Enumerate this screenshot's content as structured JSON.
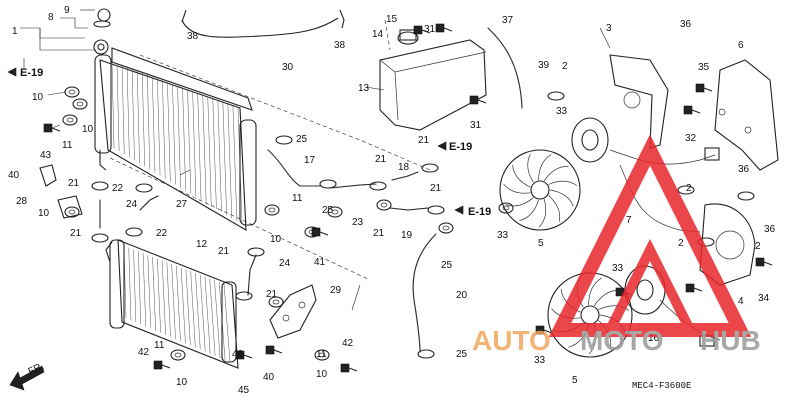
{
  "diagram": {
    "code": "MEC4-F3600E",
    "references": [
      {
        "id": "e19-top-left",
        "text": "E-19"
      },
      {
        "id": "e19-mid",
        "text": "E-19"
      },
      {
        "id": "e19-right",
        "text": "E-19"
      }
    ],
    "direction_label": "FR.",
    "part_labels": [
      {
        "id": "p1",
        "text": "1"
      },
      {
        "id": "p8",
        "text": "8"
      },
      {
        "id": "p9",
        "text": "9"
      },
      {
        "id": "p10a",
        "text": "10"
      },
      {
        "id": "p10b",
        "text": "10"
      },
      {
        "id": "p43",
        "text": "43"
      },
      {
        "id": "p11a",
        "text": "11"
      },
      {
        "id": "p40a",
        "text": "40"
      },
      {
        "id": "p28",
        "text": "28"
      },
      {
        "id": "p10c",
        "text": "10"
      },
      {
        "id": "p21a",
        "text": "21"
      },
      {
        "id": "p22a",
        "text": "22"
      },
      {
        "id": "p24a",
        "text": "24"
      },
      {
        "id": "p27",
        "text": "27"
      },
      {
        "id": "p21b",
        "text": "21"
      },
      {
        "id": "p22b",
        "text": "22"
      },
      {
        "id": "p38a",
        "text": "38"
      },
      {
        "id": "p38b",
        "text": "38"
      },
      {
        "id": "p30",
        "text": "30"
      },
      {
        "id": "p25a",
        "text": "25"
      },
      {
        "id": "p17",
        "text": "17"
      },
      {
        "id": "p25b",
        "text": "25"
      },
      {
        "id": "p10d",
        "text": "10"
      },
      {
        "id": "p11b",
        "text": "11"
      },
      {
        "id": "p41",
        "text": "41"
      },
      {
        "id": "p12",
        "text": "12"
      },
      {
        "id": "p21c",
        "text": "21"
      },
      {
        "id": "p24b",
        "text": "24"
      },
      {
        "id": "p21d",
        "text": "21"
      },
      {
        "id": "p29",
        "text": "29"
      },
      {
        "id": "p42a",
        "text": "42"
      },
      {
        "id": "p11c",
        "text": "11"
      },
      {
        "id": "p10e",
        "text": "10"
      },
      {
        "id": "p46",
        "text": "46"
      },
      {
        "id": "p45",
        "text": "45"
      },
      {
        "id": "p40b",
        "text": "40"
      },
      {
        "id": "p10f",
        "text": "10"
      },
      {
        "id": "p11d",
        "text": "11"
      },
      {
        "id": "p42b",
        "text": "42"
      },
      {
        "id": "p15",
        "text": "15"
      },
      {
        "id": "p14",
        "text": "14"
      },
      {
        "id": "p31a",
        "text": "31"
      },
      {
        "id": "p37",
        "text": "37"
      },
      {
        "id": "p13",
        "text": "13"
      },
      {
        "id": "p31b",
        "text": "31"
      },
      {
        "id": "p39",
        "text": "39"
      },
      {
        "id": "p21e",
        "text": "21"
      },
      {
        "id": "p21f",
        "text": "21"
      },
      {
        "id": "p18",
        "text": "18"
      },
      {
        "id": "p21g",
        "text": "21"
      },
      {
        "id": "p23",
        "text": "23"
      },
      {
        "id": "p21h",
        "text": "21"
      },
      {
        "id": "p19",
        "text": "19"
      },
      {
        "id": "p25c",
        "text": "25"
      },
      {
        "id": "p20",
        "text": "20"
      },
      {
        "id": "p25d",
        "text": "25"
      },
      {
        "id": "p2a",
        "text": "2"
      },
      {
        "id": "p33a",
        "text": "33"
      },
      {
        "id": "p33b",
        "text": "33"
      },
      {
        "id": "p5a",
        "text": "5"
      },
      {
        "id": "p3",
        "text": "3"
      },
      {
        "id": "p36a",
        "text": "36"
      },
      {
        "id": "p6",
        "text": "6"
      },
      {
        "id": "p35",
        "text": "35"
      },
      {
        "id": "p32",
        "text": "32"
      },
      {
        "id": "p7",
        "text": "7"
      },
      {
        "id": "p36b",
        "text": "36"
      },
      {
        "id": "p2b",
        "text": "2"
      },
      {
        "id": "p2c",
        "text": "2"
      },
      {
        "id": "p36c",
        "text": "36"
      },
      {
        "id": "p2d",
        "text": "2"
      },
      {
        "id": "p33c",
        "text": "33"
      },
      {
        "id": "p34",
        "text": "34"
      },
      {
        "id": "p4",
        "text": "4"
      },
      {
        "id": "p16",
        "text": "16"
      },
      {
        "id": "p33d",
        "text": "33"
      },
      {
        "id": "p5b",
        "text": "5"
      }
    ]
  },
  "watermark": {
    "text_a": "AUTO",
    "text_b": "MOTO",
    "text_c": "HUB"
  },
  "colors": {
    "watermark_red": "#e8262a",
    "watermark_orange": "#f2a65a",
    "watermark_gray": "#9a9a9a"
  }
}
